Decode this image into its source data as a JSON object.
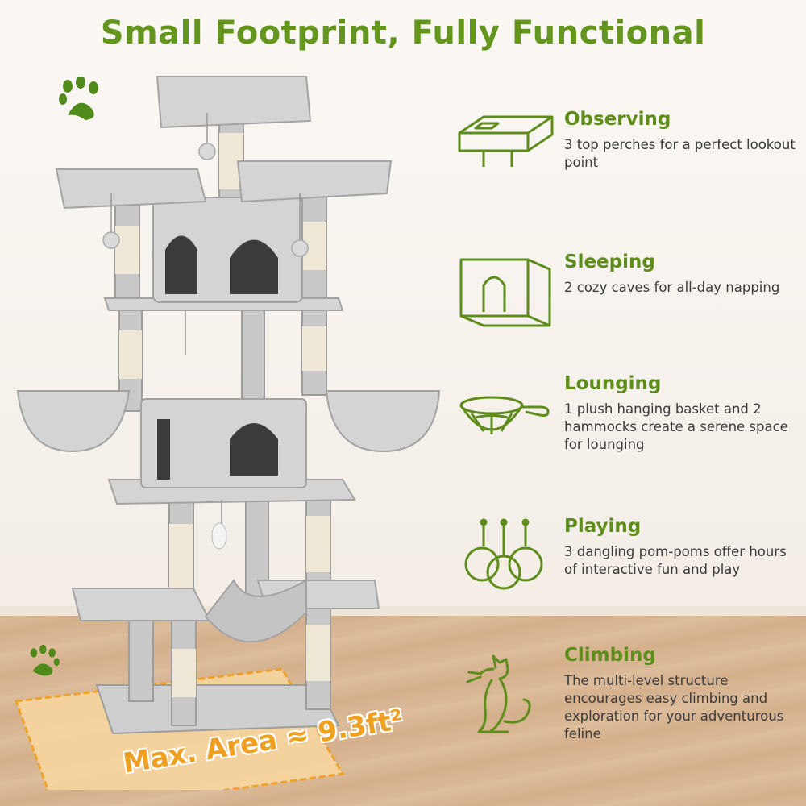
{
  "title": "Small Footprint, Fully Functional",
  "features": [
    {
      "name": "Observing",
      "desc": "3 top perches for a perfect lookout point",
      "icon": "perch-icon"
    },
    {
      "name": "Sleeping",
      "desc": "2 cozy caves for all-day napping",
      "icon": "cave-icon"
    },
    {
      "name": "Lounging",
      "desc": "1 plush hanging basket and 2 hammocks create a serene space for lounging",
      "icon": "basket-icon"
    },
    {
      "name": "Playing",
      "desc": "3 dangling pom-poms offer hours of interactive fun and play",
      "icon": "pompom-icon"
    },
    {
      "name": "Climbing",
      "desc": "The multi-level structure encourages easy climbing and exploration for your adventurous feline",
      "icon": "cat-icon"
    }
  ],
  "footprint_label": "Max. Area ≈ 9.3ft²",
  "colors": {
    "accent": "#63951f",
    "text": "#3b3b3b",
    "area": "#f0a020"
  }
}
